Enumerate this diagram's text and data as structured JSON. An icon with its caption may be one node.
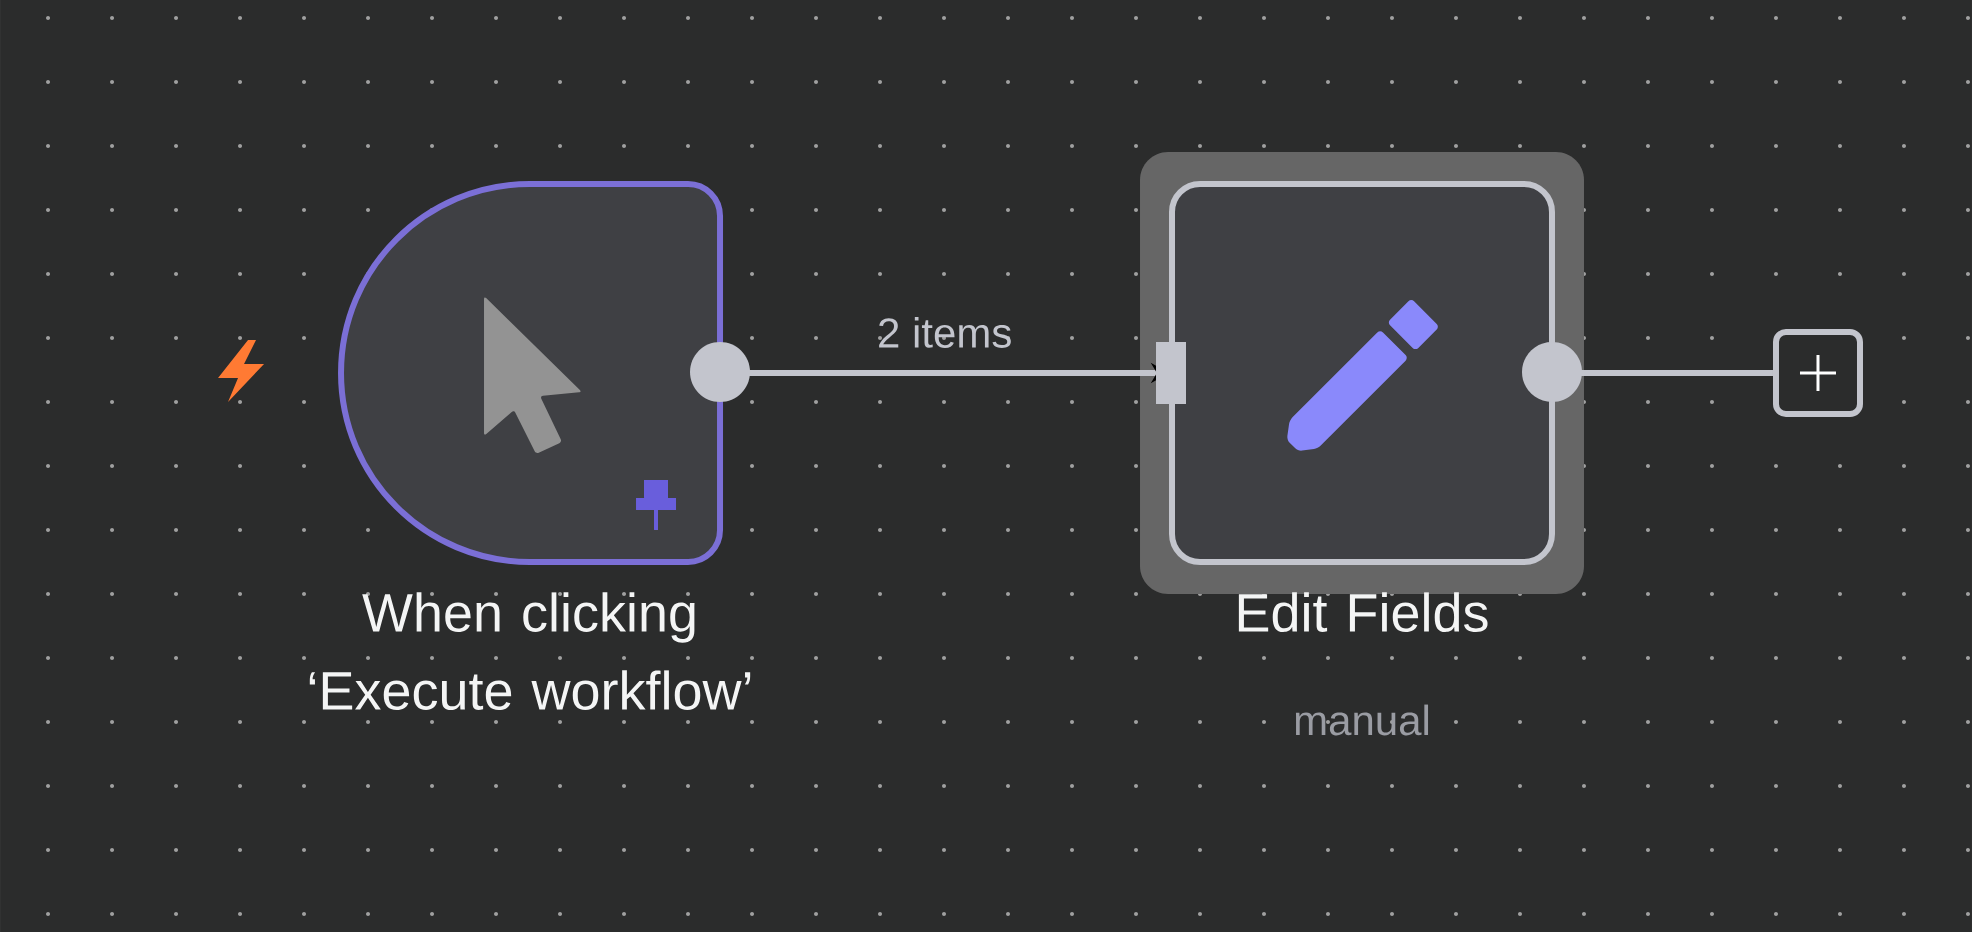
{
  "diagram": {
    "nodes": [
      {
        "text": [
          "When clicking ‘Execute workflow’"
        ]
      },
      {
        "text": [
          "Edit Fields"
        ],
        "beside": [
          "manual"
        ]
      },
      {
        "text": [],
        "shape": "box"
      }
    ],
    "edges": [
      {
        "from": 0,
        "to": 1,
        "arrow": "to",
        "label": "2 items"
      },
      {
        "from": 1,
        "to": 2,
        "arrow": "none"
      }
    ]
  }
}
